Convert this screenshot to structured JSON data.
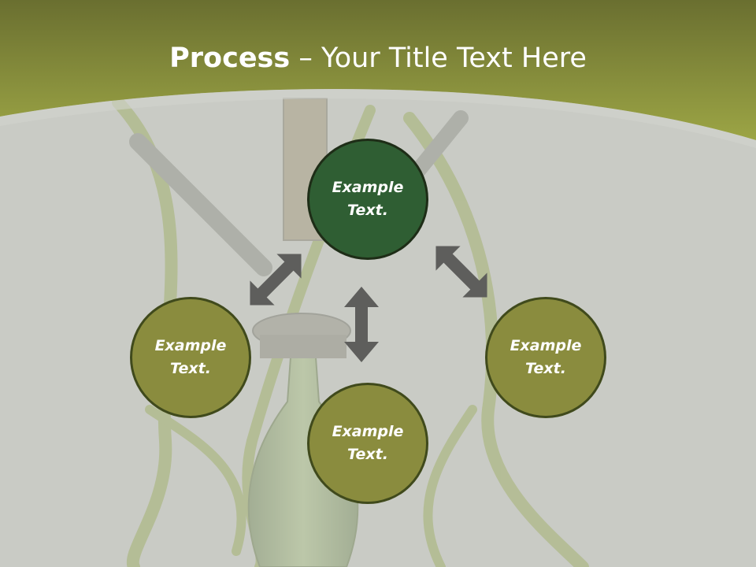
{
  "title": {
    "bold": "Process",
    "separator": " – ",
    "rest": "Your Title Text Here"
  },
  "nodes": {
    "top": {
      "text": "Example Text."
    },
    "left": {
      "text": "Example Text."
    },
    "right": {
      "text": "Example Text."
    },
    "bottom": {
      "text": "Example Text."
    }
  },
  "colors": {
    "header": "#7d8a35",
    "active_node": "#2f5e33",
    "node": "#8a8c3e",
    "node_border": "#404a1c",
    "arrow": "#5e5e5c",
    "background": "#c9cbc5"
  }
}
